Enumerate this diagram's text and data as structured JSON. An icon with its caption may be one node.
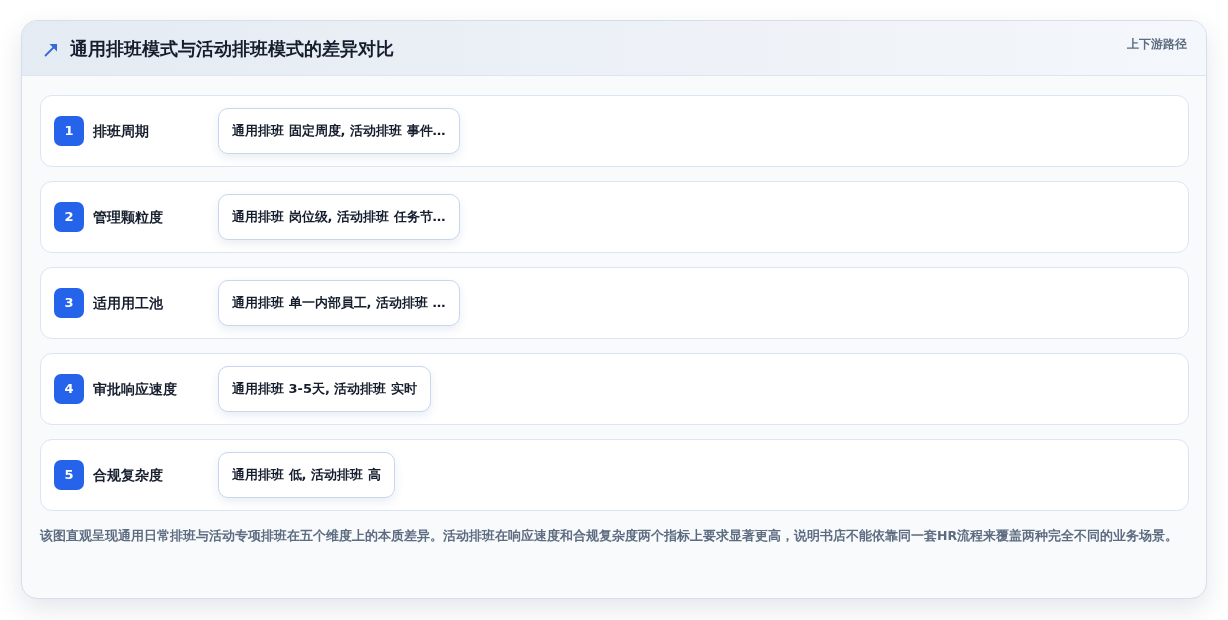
{
  "diagram": {
    "title": "通用排班模式与活动排班模式的差异对比",
    "nodes": [
      {
        "text": [
          "排班周期"
        ]
      },
      {
        "text": [
          "1"
        ],
        "in": 0
      },
      {
        "text": [
          "通用排班 固定周度, 活动排班 事件…"
        ],
        "in": 0
      },
      {
        "text": [
          "管理颗粒度"
        ]
      },
      {
        "text": [
          "2"
        ],
        "in": 3
      },
      {
        "text": [
          "通用排班 岗位级, 活动排班 任务节…"
        ],
        "in": 3
      },
      {
        "text": [
          "适用用工池"
        ]
      },
      {
        "text": [
          "3"
        ],
        "in": 6
      },
      {
        "text": [
          "通用排班 单一内部員工, 活动排班 …"
        ],
        "in": 6
      },
      {
        "text": [
          "审批响应速度"
        ]
      },
      {
        "text": [
          "4"
        ],
        "in": 9
      },
      {
        "text": [
          "通用排班 3-5天, 活动排班 实时"
        ],
        "in": 9
      },
      {
        "text": [
          "合规复杂度"
        ]
      },
      {
        "text": [
          "5"
        ],
        "in": 12
      },
      {
        "text": [
          "通用排班 低, 活动排班 高"
        ],
        "in": 12
      }
    ],
    "labels": [
      "上下游路径"
    ],
    "caption": "该图直观呈现通用日常排班与活动专项排班在五个维度上的本质差异。活动排班在响应速度和合规复杂度两个指标上要求显著更高，说明书店不能依靠同一套HR流程来覆盖两种完全不同的业务场景。"
  }
}
